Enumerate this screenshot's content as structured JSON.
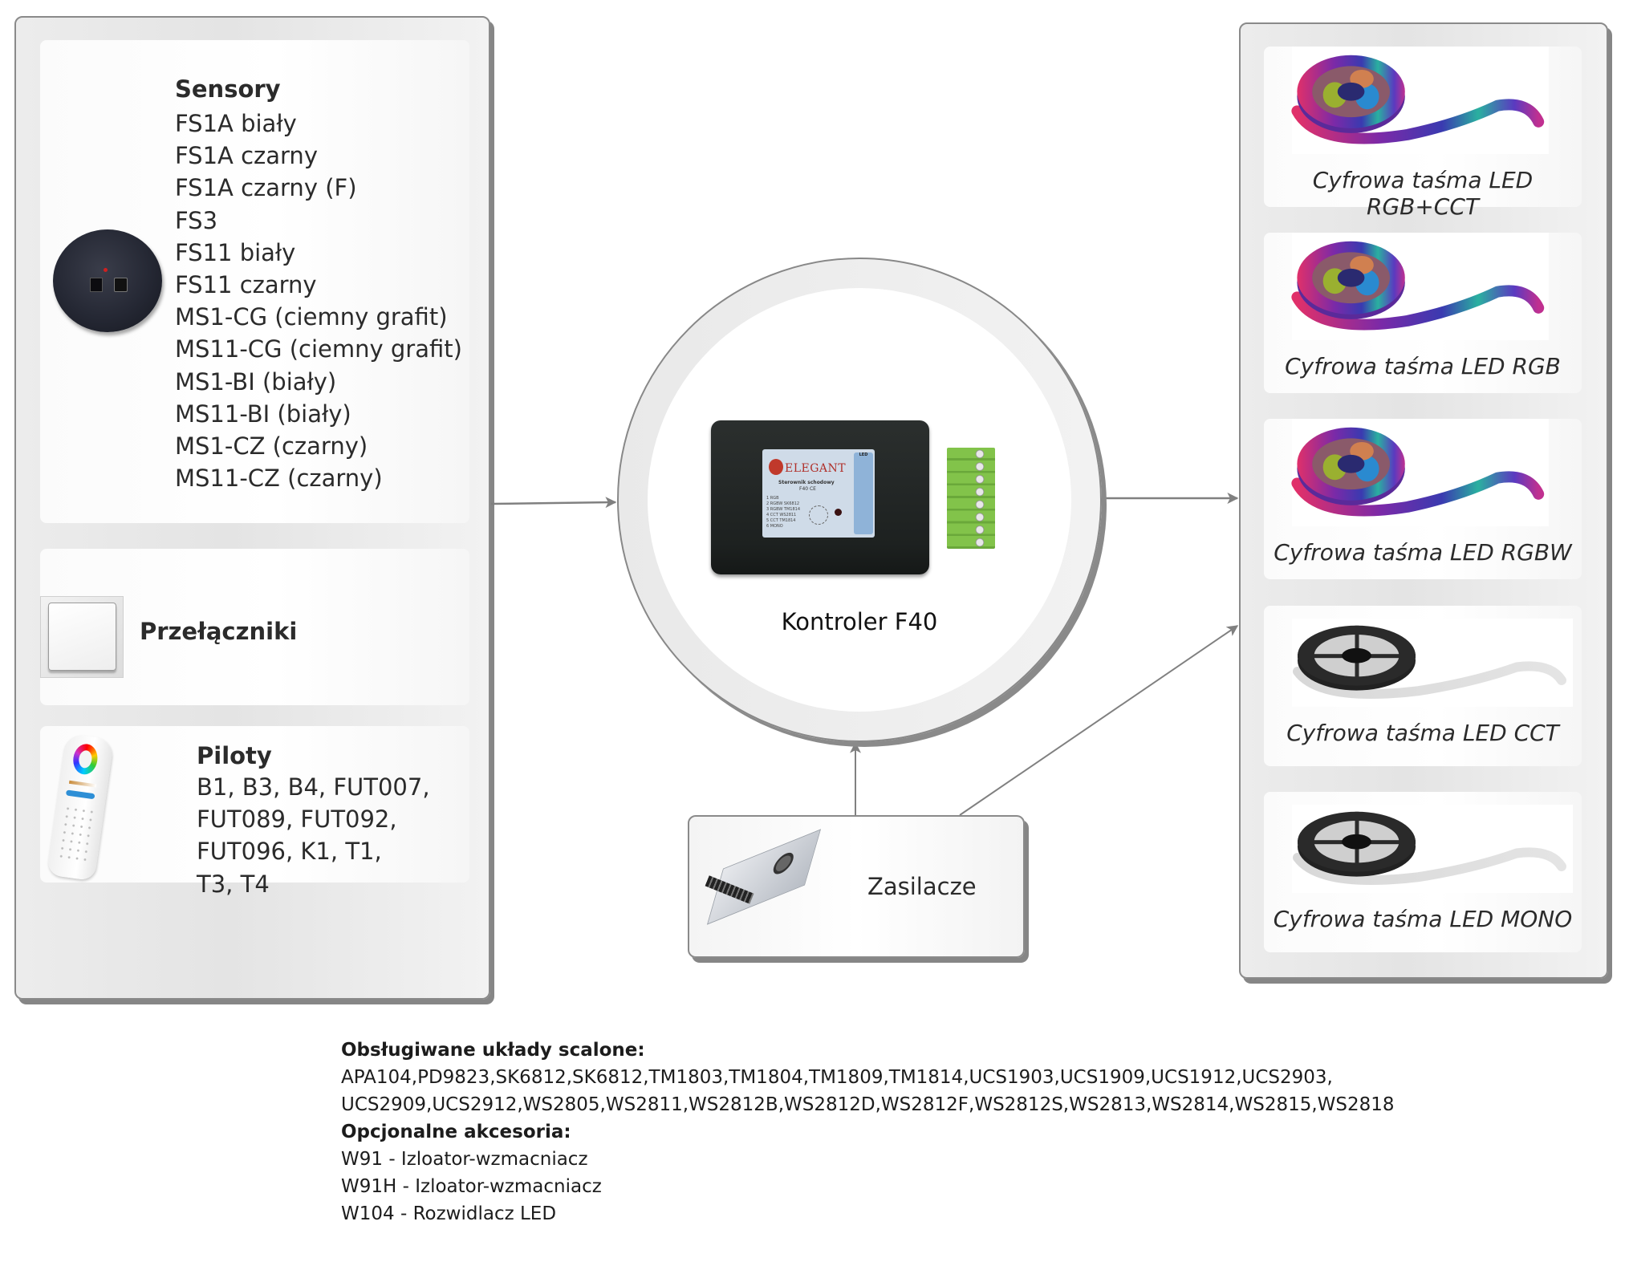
{
  "colors": {
    "connector_gray": "#808080",
    "panel_border": "#8a8a8a",
    "shadow": "#868686",
    "controller_label_bg": "#cdd9e6",
    "terminal_green": "#7fbf3f",
    "elegant_red": "#c0392b"
  },
  "inputs": {
    "sensors": {
      "title": "Sensory",
      "items": [
        "FS1A biały",
        "FS1A czarny",
        "FS1A czarny (F)",
        "FS3",
        "FS11 biały",
        "FS11 czarny",
        "MS1-CG (ciemny grafit)",
        "MS11-CG (ciemny grafit)",
        "MS1-BI (biały)",
        "MS11-BI (biały)",
        "MS1-CZ (czarny)",
        "MS11-CZ (czarny)"
      ],
      "icon": "motion-sensor-puck-icon"
    },
    "switches": {
      "title": "Przełączniki",
      "icon": "wall-switch-icon"
    },
    "remotes": {
      "title": "Piloty",
      "lines": [
        "B1, B3, B4, FUT007,",
        "FUT089, FUT092,",
        "FUT096, K1, T1,",
        "T3, T4"
      ],
      "icon": "rgb-remote-icon"
    }
  },
  "controller": {
    "title": "Kontroler F40",
    "label": {
      "brand": "ELEGANT",
      "subtitle": "Sterownik schodowy",
      "model": "F40 CE",
      "modes": [
        "1 RGB",
        "2 RGBW SK6812",
        "3 RGBW TM1814",
        "4 CCT WS2811",
        "5 CCT TM1814",
        "6 MONO"
      ],
      "led_header": "LED"
    },
    "icon": "controller-box-icon"
  },
  "power": {
    "title": "Zasilacze",
    "icon": "power-supply-icon"
  },
  "outputs": {
    "strips": [
      {
        "label": "Cyfrowa taśma LED RGB+CCT",
        "style": "color"
      },
      {
        "label": "Cyfrowa taśma LED RGB",
        "style": "color"
      },
      {
        "label": "Cyfrowa taśma LED RGBW",
        "style": "color"
      },
      {
        "label": "Cyfrowa taśma LED CCT",
        "style": "white"
      },
      {
        "label": "Cyfrowa taśma LED MONO",
        "style": "white"
      }
    ]
  },
  "info": {
    "ics_title": "Obsługiwane układy scalone:",
    "ics_line1": "APA104,PD9823,SK6812,SK6812,TM1803,TM1804,TM1809,TM1814,UCS1903,UCS1909,UCS1912,UCS2903,",
    "ics_line2": "UCS2909,UCS2912,WS2805,WS2811,WS2812B,WS2812D,WS2812F,WS2812S,WS2813,WS2814,WS2815,WS2818",
    "accessories_title": "Opcjonalne akcesoria:",
    "accessories": [
      "W91 - Izloator-wzmacniacz",
      "W91H - Izloator-wzmacniacz",
      "W104 - Rozwidlacz LED"
    ]
  }
}
